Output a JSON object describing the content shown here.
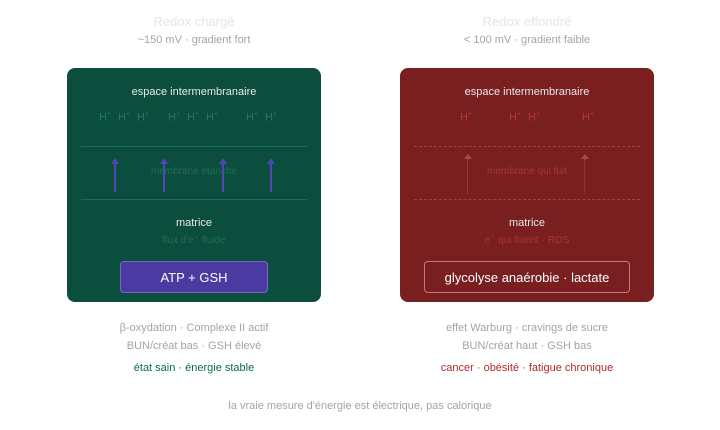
{
  "left": {
    "title": "Redox chargé",
    "subtitle": "~150 mV · gradient fort",
    "top_label": "espace intermembranaire",
    "membrane_label": "membrane étanche",
    "matrix_label": "matrice",
    "flux_label": "flux d'e⁻ fluide",
    "output": "ATP + GSH",
    "line1": "β-oxydation · Complexe II actif",
    "line2": "BUN/créat bas · GSH élevé",
    "state": "état sain · énergie stable",
    "proton_count": 8,
    "arrow_count": 4,
    "color": "#0b4e3e"
  },
  "right": {
    "title": "Redox effondré",
    "subtitle": "< 100 mV · gradient faible",
    "top_label": "espace intermembranaire",
    "membrane_label": "membrane qui fuit",
    "matrix_label": "matrice",
    "flux_label": "e⁻ qui fuient · ROS",
    "output": "glycolyse anaérobie · lactate",
    "line1": "effet Warburg · cravings de sucre",
    "line2": "BUN/créat haut · GSH bas",
    "state": "cancer · obésité · fatigue chronique",
    "proton_count": 4,
    "arrow_count": 2,
    "color": "#7a1f20"
  },
  "proton_label": "H",
  "proton_charge": "+",
  "footer": "la vraie mesure d'énergie est électrique, pas calorique"
}
